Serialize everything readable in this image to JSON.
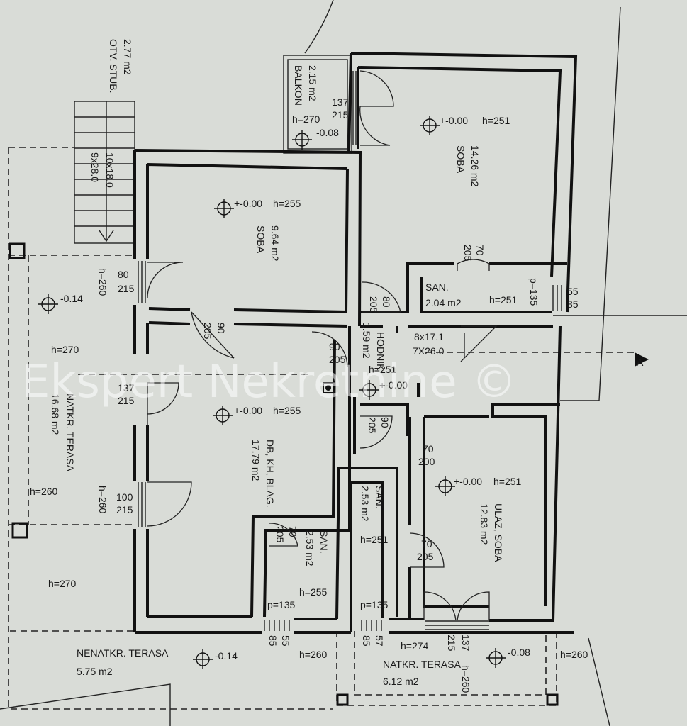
{
  "watermark": "Ekspert Nekretnine ©",
  "section_marker": "A",
  "rooms": {
    "stairs_out": {
      "name": "OTV. STUB.",
      "area": "2.77 m2",
      "steps": "10x18.0",
      "steps2": "9x28.0"
    },
    "balcony": {
      "name": "BALKON",
      "area": "2.15 m2",
      "height": "h=270",
      "level": "-0.08",
      "door": "137",
      "door2": "215"
    },
    "room_top_right": {
      "name": "SOBA",
      "area": "14.26 m2",
      "level": "+-0.00",
      "height": "h=251"
    },
    "room_top_left": {
      "name": "SOBA",
      "area": "9.64 m2",
      "level": "+-0.00",
      "height": "h=255"
    },
    "covered_terrace_left": {
      "name": "NATKR. TERASA",
      "area": "16.68 m2",
      "level": "-0.14",
      "height": "h=270",
      "height2": "h=260",
      "height3": "h=260",
      "height4": "h=260"
    },
    "living": {
      "name": "DB, KH, BLAG.",
      "area": "17.79 m2",
      "level": "+-0.00",
      "height": "h=255"
    },
    "hallway": {
      "name": "HODNIK",
      "area": "1.59 m2",
      "level": "+-0.00",
      "height": "h=251"
    },
    "bath_top": {
      "name": "SAN.",
      "area": "2.04 m2",
      "height": "h=251",
      "p": "p=135",
      "w1": "55",
      "w2": "85"
    },
    "stairs_in": {
      "a": "8x17.1",
      "b": "7X26.0"
    },
    "entrance_room": {
      "name": "ULAZ, SOBA",
      "area": "12.83 m2",
      "level": "+-0.00",
      "height": "h=251"
    },
    "bath_mid": {
      "name": "SAN.",
      "area": "2.53 m2",
      "height": "h=255",
      "p": "p=135",
      "w1": "55",
      "w2": "85"
    },
    "bath_right": {
      "name": "SAN.",
      "area": "2.53 m2",
      "height": "h=251",
      "p": "p=135",
      "w1": "57",
      "w2": "85"
    },
    "open_terrace": {
      "name": "NENATKR. TERASA",
      "area": "5.75 m2",
      "level": "-0.14",
      "height": "h=260",
      "h270": "h=270"
    },
    "covered_terrace_right": {
      "name": "NATKR. TERASA",
      "area": "6.12 m2",
      "level": "-0.08",
      "height": "h=260",
      "height_r": "h=260",
      "h274": "h=274",
      "d1": "137",
      "d2": "215"
    }
  },
  "doors": {
    "d_soba_right": {
      "w": "70",
      "h": "205"
    },
    "d_soba_left": {
      "w": "80",
      "h": "215"
    },
    "d_soba_left_in": {
      "w": "90",
      "h": "205"
    },
    "d_hodnik": {
      "w": "80",
      "h": "205"
    },
    "d_hodnik2": {
      "w": "90",
      "h": "205"
    },
    "d_terrace1": {
      "w": "137",
      "h": "215"
    },
    "d_hodnik3": {
      "w": "90",
      "h": "205"
    },
    "d_ulaz": {
      "w": "70",
      "h": "200"
    },
    "d_terrace2": {
      "w": "100",
      "h": "215"
    },
    "d_san_mid": {
      "w": "70",
      "h": "205"
    },
    "d_san_right": {
      "w": "70",
      "h": "205"
    }
  }
}
